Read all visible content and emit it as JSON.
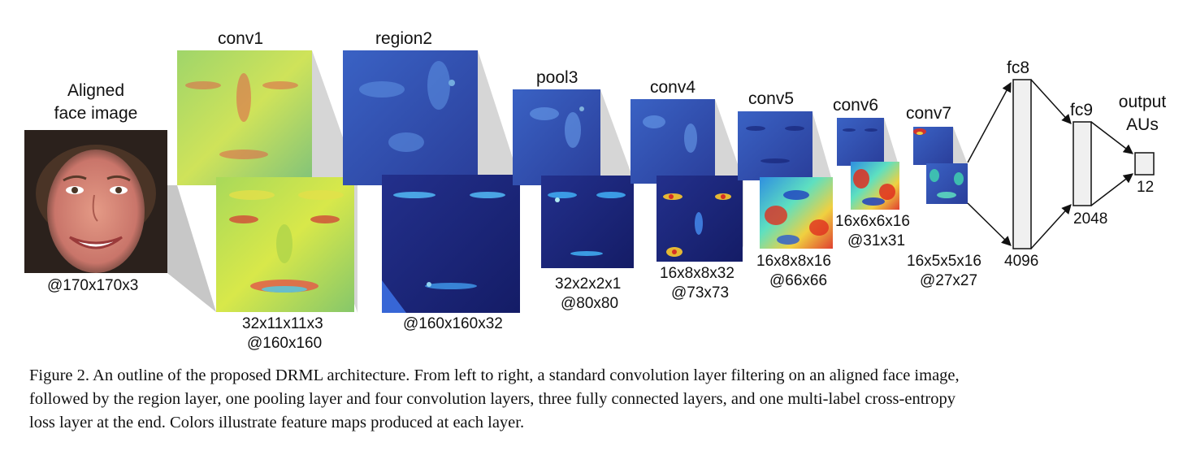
{
  "layers": {
    "input": {
      "title_line1": "Aligned",
      "title_line2": "face image",
      "size": "@170x170x3"
    },
    "conv1": {
      "title": "conv1",
      "filter": "32x11x11x3",
      "size": "@160x160"
    },
    "region2": {
      "title": "region2",
      "size": "@160x160x32"
    },
    "pool3": {
      "title": "pool3",
      "filter": "32x2x2x1",
      "size": "@80x80"
    },
    "conv4": {
      "title": "conv4",
      "filter": "16x8x8x32",
      "size": "@73x73"
    },
    "conv5": {
      "title": "conv5",
      "filter": "16x8x8x16",
      "size": "@66x66"
    },
    "conv6": {
      "title": "conv6",
      "filter": "16x6x6x16",
      "size": "@31x31"
    },
    "conv7": {
      "title": "conv7",
      "filter": "16x5x5x16",
      "size": "@27x27"
    },
    "fc8": {
      "title": "fc8",
      "units": "4096"
    },
    "fc9": {
      "title": "fc9",
      "units": "2048"
    },
    "output": {
      "title_line1": "output",
      "title_line2": "AUs",
      "units": "12"
    }
  },
  "caption": {
    "line1": "Figure 2. An outline of the proposed DRML architecture. From left to right, a standard convolution layer filtering on an aligned face image,",
    "line2": "followed by the region layer, one pooling layer and four convolution layers, three fully connected layers, and one multi-label cross-entropy",
    "line3": "loss layer at the end. Colors illustrate feature maps produced at each layer."
  },
  "colors": {
    "jet_map": "#3a74c8",
    "dark_map": "#1b237a",
    "green_map": "#8fcf62",
    "connector": "#b9b9b9",
    "fc_fill": "#f0f0f0"
  }
}
